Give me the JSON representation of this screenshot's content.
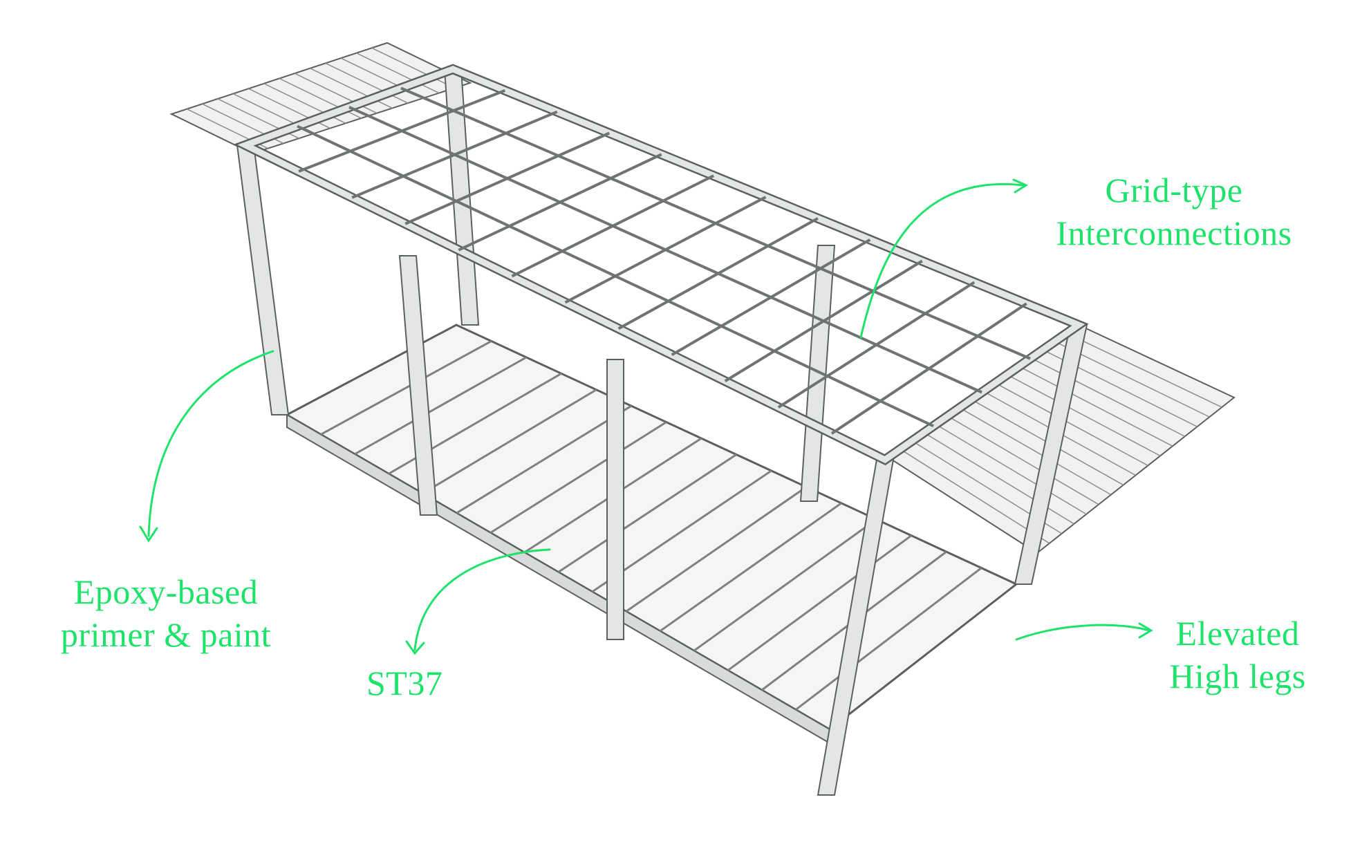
{
  "colors": {
    "accent": "#1ee36a",
    "accent_dark": "#0e7a45",
    "frame_fill": "#e4e6e5",
    "frame_stroke": "#5b5f5e",
    "sheet_fill": "#f0f1f0",
    "background": "#ffffff"
  },
  "callouts": {
    "grid": {
      "line1": "Grid-type",
      "line2": "Interconnections"
    },
    "epoxy": {
      "line1": "Epoxy-based",
      "line2": "primer & paint"
    },
    "st37": {
      "line1": "ST37"
    },
    "legs": {
      "line1": "Elevated",
      "line2": "High legs"
    }
  },
  "icons": {
    "callout_arrow": "curved-arrow-icon"
  }
}
